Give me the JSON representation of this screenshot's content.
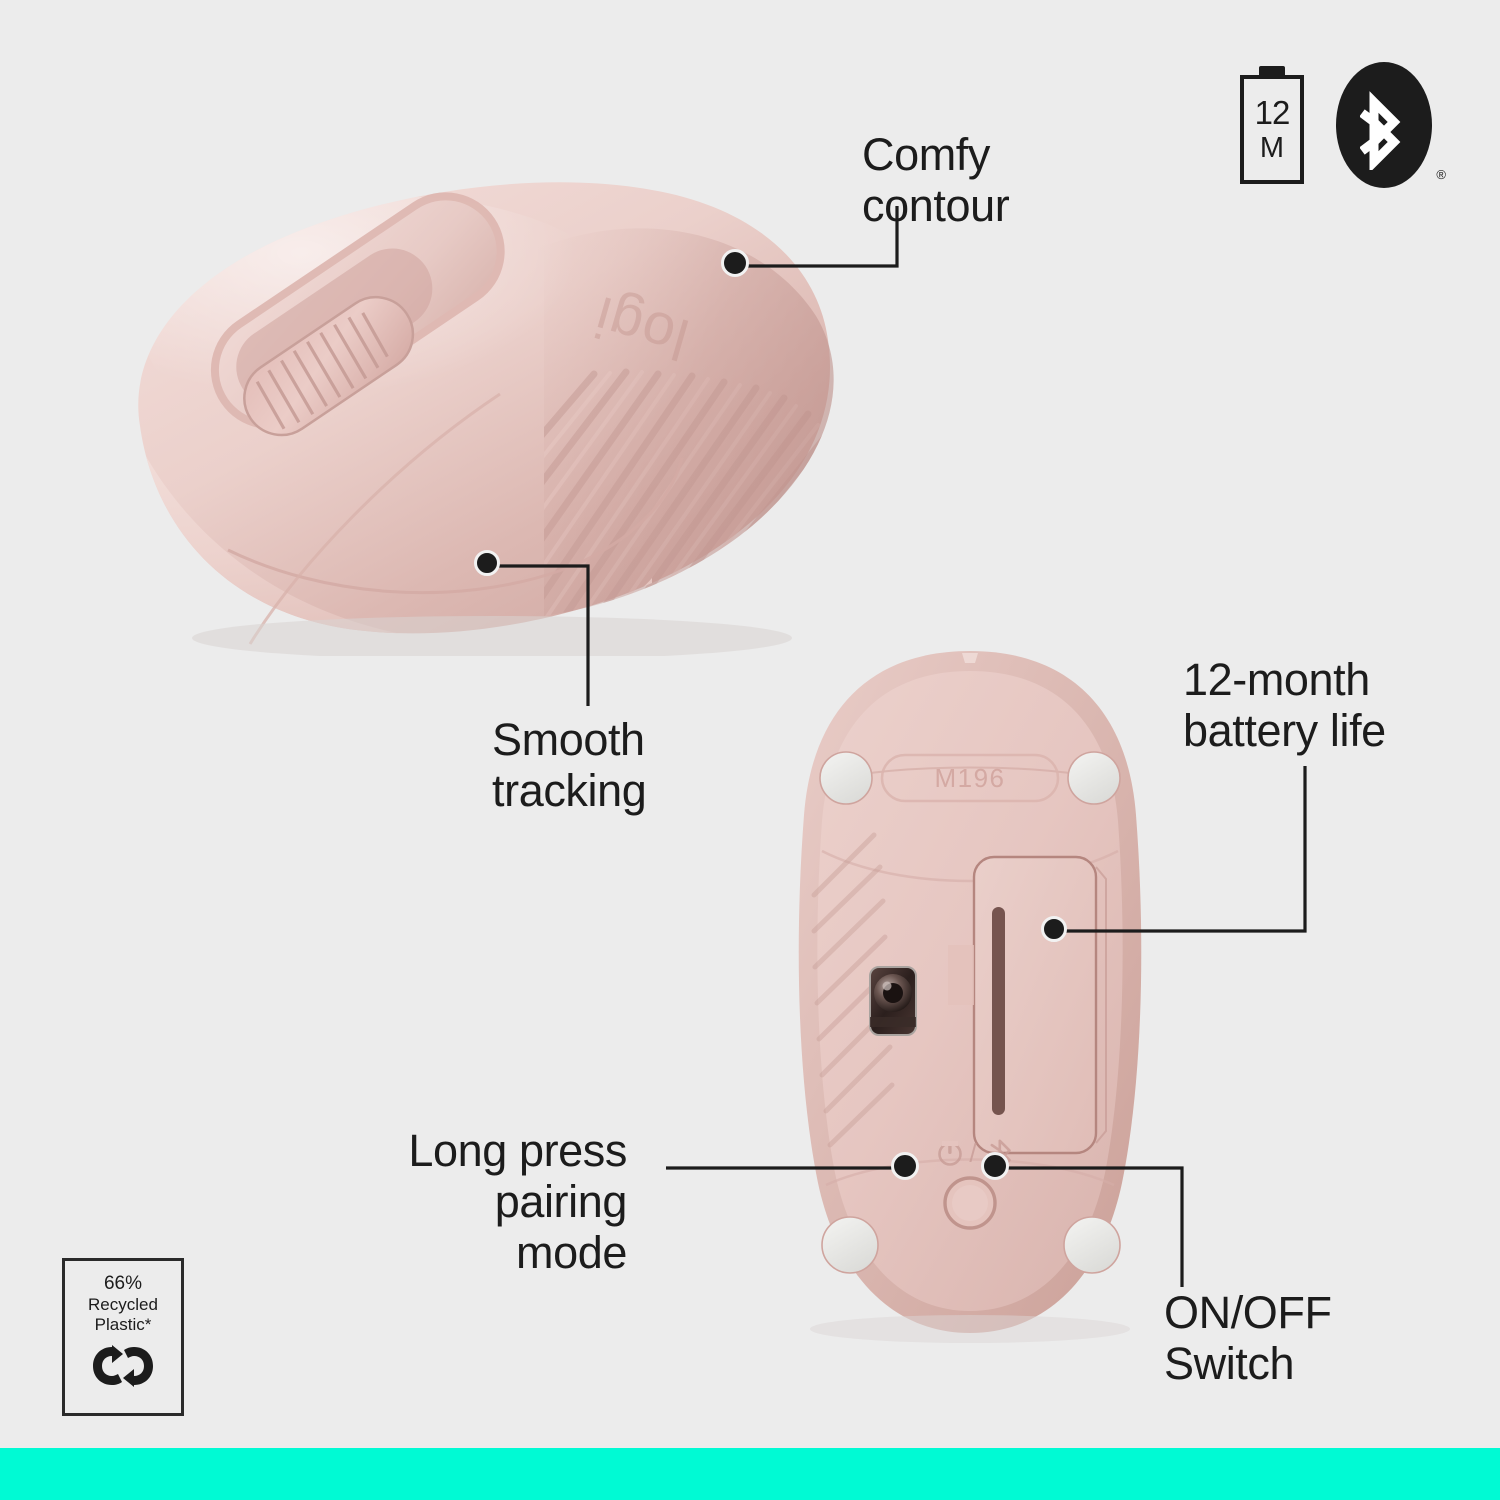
{
  "page": {
    "background_color": "#ECECEC",
    "accent_stripe_color": "#00FAD4",
    "product_color": "#E5C5C0",
    "ink_color": "#1C1C1C"
  },
  "badges": {
    "battery": {
      "icon": "battery-icon",
      "line1": "12",
      "line2": "M"
    },
    "bluetooth": {
      "icon": "bluetooth-icon",
      "registered_mark": "®"
    },
    "recycled": {
      "percent": "66%",
      "line2": "Recycled",
      "line3": "Plastic*",
      "icon": "recycling-arrows-icon"
    }
  },
  "callouts": [
    {
      "id": "comfy-contour",
      "text": "Comfy\ncontour"
    },
    {
      "id": "smooth-tracking",
      "text": "Smooth\ntracking"
    },
    {
      "id": "battery-life",
      "text": "12-month\nbattery life"
    },
    {
      "id": "pairing-mode",
      "text": "Long press\npairing mode"
    },
    {
      "id": "onoff-switch",
      "text": "ON/OFF\nSwitch"
    }
  ],
  "product": {
    "brand_logo": "logi",
    "model_label": "M196",
    "bottom_icons": {
      "power": "power-icon",
      "separator": "/",
      "bluetooth": "bluetooth-small-icon"
    }
  }
}
